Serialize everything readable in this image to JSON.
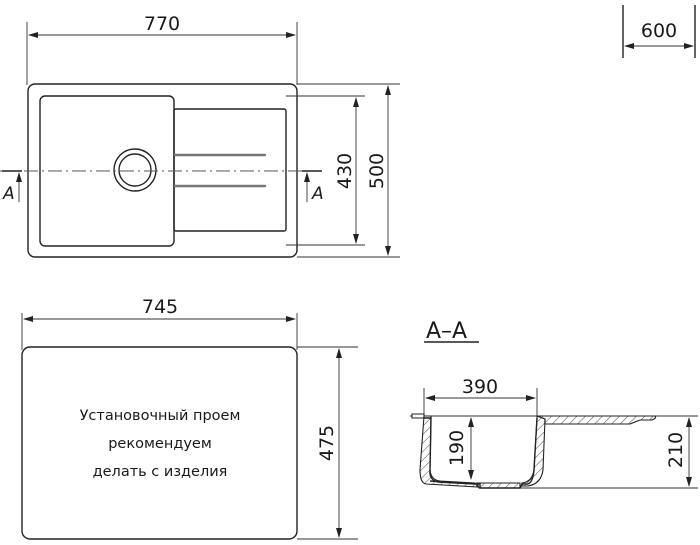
{
  "top_view": {
    "width_label": "770",
    "depth_inner_label": "430",
    "depth_outer_label": "500",
    "section_marker_left": "A",
    "section_marker_right": "A"
  },
  "cutout": {
    "width_label": "745",
    "height_label": "475",
    "note_lines": [
      "Установочный проем",
      "рекомендуем",
      "делать с изделия"
    ]
  },
  "cabinet": {
    "width_label": "600"
  },
  "section": {
    "title": "A–A",
    "bowl_width_label": "390",
    "bowl_depth_label": "190",
    "total_depth_label": "210"
  },
  "colors": {
    "line": "#222222",
    "background": "#ffffff"
  }
}
